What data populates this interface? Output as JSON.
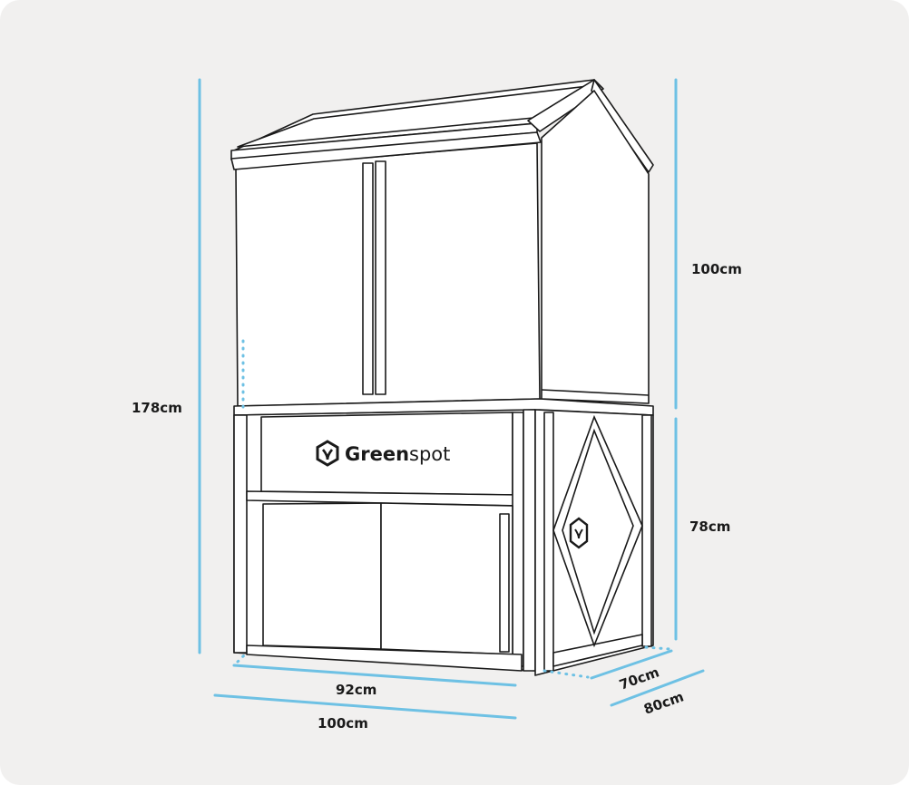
{
  "brand": {
    "name_bold": "Green",
    "name_light": "spot"
  },
  "dimensions": {
    "total_height": "178cm",
    "upper_height": "100cm",
    "lower_height": "78cm",
    "inner_width": "92cm",
    "outer_width": "100cm",
    "inner_depth": "70cm",
    "outer_depth": "80cm"
  },
  "colors": {
    "dimension_line": "#6ec1e4",
    "background": "#f1f0ef",
    "outline": "#1a1a1a"
  },
  "icons": [
    "greenspot-logo-icon"
  ]
}
